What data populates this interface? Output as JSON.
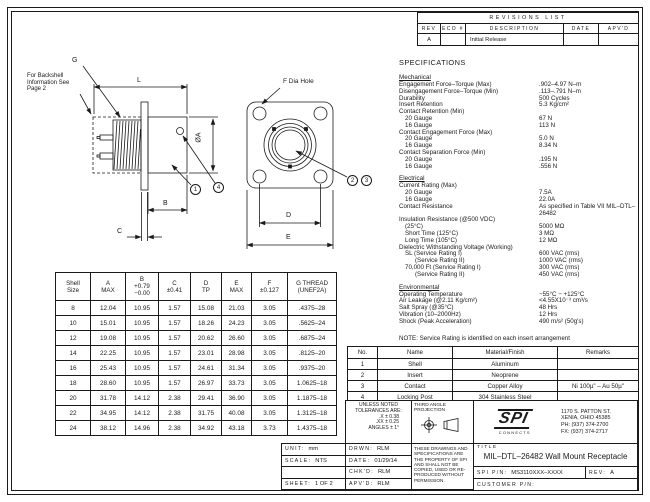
{
  "revisions": {
    "title": "REVISIONS LIST",
    "headers": [
      "REV",
      "ECO #",
      "DESCRIPTION",
      "DATE",
      "APV'D"
    ],
    "rows": [
      [
        "A",
        "",
        "Initial Release",
        "",
        ""
      ]
    ]
  },
  "drawing": {
    "backshell_note": "For Backshell\nInformation See\nPage 2",
    "labels": {
      "g": "G",
      "l": "L",
      "dia_a": "ØA",
      "b": "B",
      "c": "C",
      "d": "D",
      "e": "E",
      "f_hole": "F Dia Hole"
    },
    "callouts": [
      "1",
      "2",
      "3",
      "4"
    ]
  },
  "specifications": {
    "title": "SPECIFICATIONS",
    "sections": [
      {
        "heading": "Mechanical",
        "rows": [
          {
            "label": "Engagement Force–Torque (Max)",
            "value": ".902–4.97 N–m",
            "indent": 0
          },
          {
            "label": "Disengagement Force–Torque (Min)",
            "value": ".113–.791 N–m",
            "indent": 0
          },
          {
            "label": "Durability",
            "value": "500 Cycles",
            "indent": 0
          },
          {
            "label": "Insert Retention",
            "value": "5.3 Kg/cm²",
            "indent": 0
          },
          {
            "label": "Contact Retention (Min)",
            "value": "",
            "indent": 0
          },
          {
            "label": "20 Gauge",
            "value": "67 N",
            "indent": 1
          },
          {
            "label": "16 Gauge",
            "value": "113 N",
            "indent": 1
          },
          {
            "label": "Contact Engagement Force (Max)",
            "value": "",
            "indent": 0
          },
          {
            "label": "20 Gauge",
            "value": "5.0 N",
            "indent": 1
          },
          {
            "label": "16 Gauge",
            "value": "8.34 N",
            "indent": 1
          },
          {
            "label": "Contact Separation Force (Min)",
            "value": "",
            "indent": 0
          },
          {
            "label": "20 Gauge",
            "value": ".195 N",
            "indent": 1
          },
          {
            "label": "16 Gauge",
            "value": ".556 N",
            "indent": 1
          }
        ]
      },
      {
        "heading": "Electrical",
        "rows": [
          {
            "label": "Current Rating (Max)",
            "value": "",
            "indent": 0
          },
          {
            "label": "20 Gauge",
            "value": "7.5A",
            "indent": 1
          },
          {
            "label": "16 Gauge",
            "value": "22.0A",
            "indent": 1
          },
          {
            "label": "Contact Resistance",
            "value": "As specified in Table VII MIL–DTL–26482",
            "indent": 0
          },
          {
            "label": "",
            "value": "",
            "indent": 0
          },
          {
            "label": "Insulation Resistance (@500 VDC)",
            "value": "",
            "indent": 0
          },
          {
            "label": "(25°C)",
            "value": "5000 MΩ",
            "indent": 1
          },
          {
            "label": "Short Time (125°C)",
            "value": "3 MΩ",
            "indent": 1
          },
          {
            "label": "Long Time (105°C)",
            "value": "12 MΩ",
            "indent": 1
          },
          {
            "label": "Dielectric Withstanding Voltage (Working)",
            "value": "",
            "indent": 0
          },
          {
            "label": "SL (Service Rating I)",
            "value": "600 VAC (rms)",
            "indent": 1
          },
          {
            "label": "(Service Rating II)",
            "value": "1000 VAC (rms)",
            "indent": 2
          },
          {
            "label": "70,000 Ft (Service Rating I)",
            "value": "300 VAC (rms)",
            "indent": 1
          },
          {
            "label": "(Service Rating II)",
            "value": "450 VAC (rms)",
            "indent": 2
          }
        ]
      },
      {
        "heading": "Environmental",
        "rows": [
          {
            "label": "Operating Temperature",
            "value": "−55°C − +125°C",
            "indent": 0
          },
          {
            "label": "Air Leakage (@2.11 Kg/cm²)",
            "value": "<4.55X10⁻³ cm³/s",
            "indent": 0
          },
          {
            "label": "Salt Spray (@35°C)",
            "value": "48 Hrs",
            "indent": 0
          },
          {
            "label": "Vibration (10–2000Hz)",
            "value": "12 Hrs",
            "indent": 0
          },
          {
            "label": "Shock (Peak Acceleration)",
            "value": "490 m/s² (50g's)",
            "indent": 0
          }
        ]
      }
    ],
    "note": "NOTE: Service Rating is identified on each insert arrangement"
  },
  "dimension_table": {
    "headers": [
      "Shell\nSize",
      "A\nMAX",
      "B\n+0.79\n−0.00",
      "C\n±0.41",
      "D\nTP",
      "E\nMAX",
      "F\n±0.127",
      "G THREAD\n(UNEF2A)"
    ],
    "rows": [
      [
        "8",
        "12.04",
        "10.95",
        "1.57",
        "15.08",
        "21.03",
        "3.05",
        ".4375–28"
      ],
      [
        "10",
        "15.01",
        "10.95",
        "1.57",
        "18.26",
        "24.23",
        "3.05",
        ".5625–24"
      ],
      [
        "12",
        "19.08",
        "10.95",
        "1.57",
        "20.62",
        "26.60",
        "3.05",
        ".6875–24"
      ],
      [
        "14",
        "22.25",
        "10.95",
        "1.57",
        "23.01",
        "28.98",
        "3.05",
        ".8125–20"
      ],
      [
        "16",
        "25.43",
        "10.95",
        "1.57",
        "24.61",
        "31.34",
        "3.05",
        ".9375–20"
      ],
      [
        "18",
        "28.60",
        "10.95",
        "1.57",
        "26.97",
        "33.73",
        "3.05",
        "1.0625–18"
      ],
      [
        "20",
        "31.78",
        "14.12",
        "2.38",
        "29.41",
        "36.90",
        "3.05",
        "1.1875–18"
      ],
      [
        "22",
        "34.95",
        "14.12",
        "2.38",
        "31.75",
        "40.08",
        "3.05",
        "1.3125–18"
      ],
      [
        "24",
        "38.12",
        "14.96",
        "2.38",
        "34.92",
        "43.18",
        "3.73",
        "1.4375–18"
      ]
    ]
  },
  "materials_table": {
    "headers": [
      "No.",
      "Name",
      "Material/Finish",
      "Remarks"
    ],
    "rows": [
      [
        "1",
        "Shell",
        "Aluminum",
        ""
      ],
      [
        "2",
        "Insert",
        "Neoprene",
        ""
      ],
      [
        "3",
        "Contact",
        "Copper Alloy",
        "Ni 100µ\" – Au 50µ\""
      ],
      [
        "4",
        "Locking Post",
        "304 Stainless Steel",
        ""
      ]
    ]
  },
  "title_block": {
    "unit_label": "UNIT:",
    "unit_value": "mm",
    "scale_label": "SCALE:",
    "scale_value": "NTS",
    "sheet_label": "SHEET:",
    "sheet_value": "1 OF 2",
    "tol_line1": "UNLESS NOTED",
    "tol_line2": "TOLERANCES ARE:",
    "tol_x": ".X    ± 0.38",
    "tol_xx": ".XX   ± 0.25",
    "tol_ang": "ANGLES ± 1°",
    "drwn_label": "DRWN:",
    "drwn_value": "RLM",
    "date_label": "DATE:",
    "date_value": "01/29/14",
    "chkd_label": "CHK'D:",
    "chkd_value": "RLM",
    "apvd_label": "APV'D:",
    "apvd_value": "RLM",
    "projection_line1": "THIRD ANGLE",
    "projection_line2": "PROJECTION",
    "property_note": "THESE DRAWINGS AND SPECIFICATIONS ARE THE PROPERTY OF SPI AND SHALL NOT BE COPIED, USED OR RE- PRODUCED WITHOUT PERMISSION.",
    "company": {
      "logo": "SPI",
      "logo_sub": "CONNECTS",
      "address1": "1170 S. PATTON ST.",
      "address2": "XENIA, OHIO 45385",
      "phone": "PH: (937) 374-2700",
      "fax": "FX: (937) 374-2717"
    },
    "title_label": "TITLE",
    "title": "MIL–DTL–26482 Wall Mount Receptacle",
    "pn_label": "SPI P/N:",
    "pn_value": "MS3110XXX–XXXX",
    "rev_label": "REV:",
    "rev_value": "A",
    "customer_label": "CUSTOMER P/N:"
  }
}
